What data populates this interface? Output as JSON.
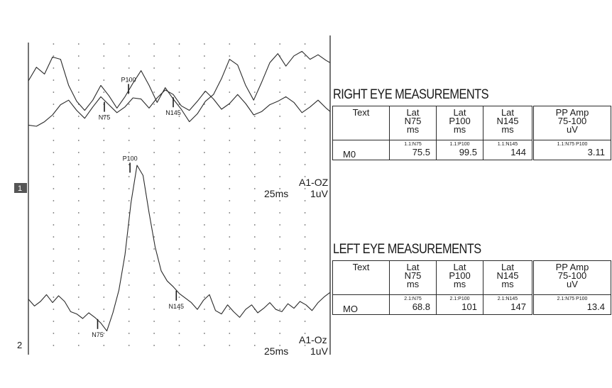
{
  "chart_data": {
    "type": "line",
    "x_unit": "ms",
    "channels": [
      {
        "number": "1",
        "name": "A1-OZ",
        "time_scale": "25ms",
        "amp_scale": "1uV",
        "series": [
          {
            "x": [
              0,
              8,
              16,
              24,
              32,
              40,
              48,
              56,
              64,
              72,
              80,
              88,
              96,
              104,
              112,
              120,
              128,
              136,
              144,
              152,
              160,
              168,
              176,
              184,
              192,
              200,
              208,
              216,
              224,
              232,
              240,
              248,
              256,
              264,
              272,
              280,
              288,
              296,
              300
            ],
            "y": [
              1.0,
              2.2,
              1.6,
              3.1,
              2.9,
              0.6,
              -0.8,
              -1.6,
              -0.7,
              0.6,
              -0.3,
              -1.4,
              -0.4,
              0.8,
              1.9,
              0.6,
              -0.9,
              0.4,
              -0.6,
              -1.5,
              -2.6,
              -1.9,
              -0.8,
              -0.2,
              1.2,
              2.9,
              2.4,
              0.6,
              -0.7,
              0.9,
              2.6,
              3.4,
              2.3,
              3.2,
              3.6,
              2.9,
              3.3,
              2.8,
              2.6
            ]
          },
          {
            "x": [
              0,
              8,
              16,
              24,
              32,
              40,
              48,
              56,
              64,
              72,
              80,
              88,
              96,
              104,
              112,
              120,
              128,
              136,
              144,
              152,
              160,
              168,
              176,
              184,
              192,
              200,
              208,
              216,
              224,
              232,
              240,
              248,
              256,
              264,
              272,
              280,
              288,
              296,
              300
            ],
            "y": [
              -2.9,
              -3.0,
              -2.6,
              -2.0,
              -1.1,
              -0.7,
              -1.6,
              -2.3,
              -1.3,
              -0.4,
              -1.1,
              -1.8,
              -1.3,
              -0.5,
              -0.6,
              -1.4,
              -0.5,
              0.2,
              -0.2,
              -1.2,
              -1.6,
              -0.8,
              0.1,
              -0.6,
              -1.5,
              -1.0,
              -0.2,
              -1.0,
              -2.0,
              -1.7,
              -1.1,
              -0.8,
              -0.4,
              -0.9,
              -1.8,
              -1.3,
              -0.7,
              -1.4,
              -1.7
            ]
          }
        ],
        "markers": [
          {
            "label": "N75",
            "x": 75.5,
            "y": -1.6
          },
          {
            "label": "P100",
            "x": 99.5,
            "y": 0.6
          },
          {
            "label": "N145",
            "x": 144,
            "y": -1.2
          }
        ]
      },
      {
        "number": "2",
        "name": "A1-Oz",
        "time_scale": "25ms",
        "amp_scale": "1uV",
        "series": [
          {
            "x": [
              0,
              6,
              12,
              18,
              24,
              30,
              36,
              42,
              48,
              54,
              60,
              66,
              72,
              78,
              84,
              90,
              96,
              102,
              108,
              114,
              120,
              126,
              132,
              138,
              144,
              150,
              156,
              162,
              168,
              174,
              180,
              186,
              192,
              198,
              204,
              210,
              216,
              222,
              228,
              234,
              240,
              246,
              252,
              258,
              264,
              270,
              276,
              282,
              288,
              294,
              300
            ],
            "y": [
              -2.3,
              -2.9,
              -2.5,
              -1.9,
              -2.6,
              -2.0,
              -2.5,
              -3.4,
              -3.6,
              -4.0,
              -3.5,
              -3.9,
              -4.4,
              -5.1,
              -3.5,
              -1.5,
              1.6,
              6.2,
              9.5,
              8.6,
              5.3,
              2.3,
              0.2,
              -0.7,
              -1.2,
              -1.8,
              -2.2,
              -2.6,
              -3.2,
              -2.4,
              -1.9,
              -3.3,
              -3.6,
              -2.8,
              -3.4,
              -3.9,
              -3.2,
              -2.8,
              -3.5,
              -3.1,
              -2.6,
              -3.2,
              -3.4,
              -2.7,
              -3.1,
              -2.5,
              -2.8,
              -3.3,
              -2.6,
              -2.1,
              -1.7
            ]
          }
        ],
        "markers": [
          {
            "label": "N75",
            "x": 68.8,
            "y": -4.8
          },
          {
            "label": "P100",
            "x": 101,
            "y": 9.6
          },
          {
            "label": "N145",
            "x": 147,
            "y": -2.3
          }
        ]
      }
    ]
  },
  "right_eye": {
    "title": "RIGHT EYE MEASUREMENTS",
    "headers": {
      "text": "Text",
      "lat_n75": [
        "Lat",
        "N75",
        "ms"
      ],
      "lat_p100": [
        "Lat",
        "P100",
        "ms"
      ],
      "lat_n145": [
        "Lat",
        "N145",
        "ms"
      ],
      "pp_amp": [
        "PP Amp",
        "75-100",
        "uV"
      ]
    },
    "row": {
      "label": "M0",
      "n75_src": "1.1:N75",
      "n75": "75.5",
      "p100_src": "1.1:P100",
      "p100": "99.5",
      "n145_src": "1.1:N145",
      "n145": "144",
      "amp_src": "1.1:N75 P100",
      "amp": "3.11"
    }
  },
  "left_eye": {
    "title": "LEFT EYE MEASUREMENTS",
    "headers": {
      "text": "Text",
      "lat_n75": [
        "Lat",
        "N75",
        "ms"
      ],
      "lat_p100": [
        "Lat",
        "P100",
        "ms"
      ],
      "lat_n145": [
        "Lat",
        "N145",
        "ms"
      ],
      "pp_amp": [
        "PP Amp",
        "75-100",
        "uV"
      ]
    },
    "row": {
      "label": "MO",
      "n75_src": "2.1:N75",
      "n75": "68.8",
      "p100_src": "2.1:P100",
      "p100": "101",
      "n145_src": "2.1:N145",
      "n145": "147",
      "amp_src": "2.1:N75 P100",
      "amp": "13.4"
    }
  }
}
